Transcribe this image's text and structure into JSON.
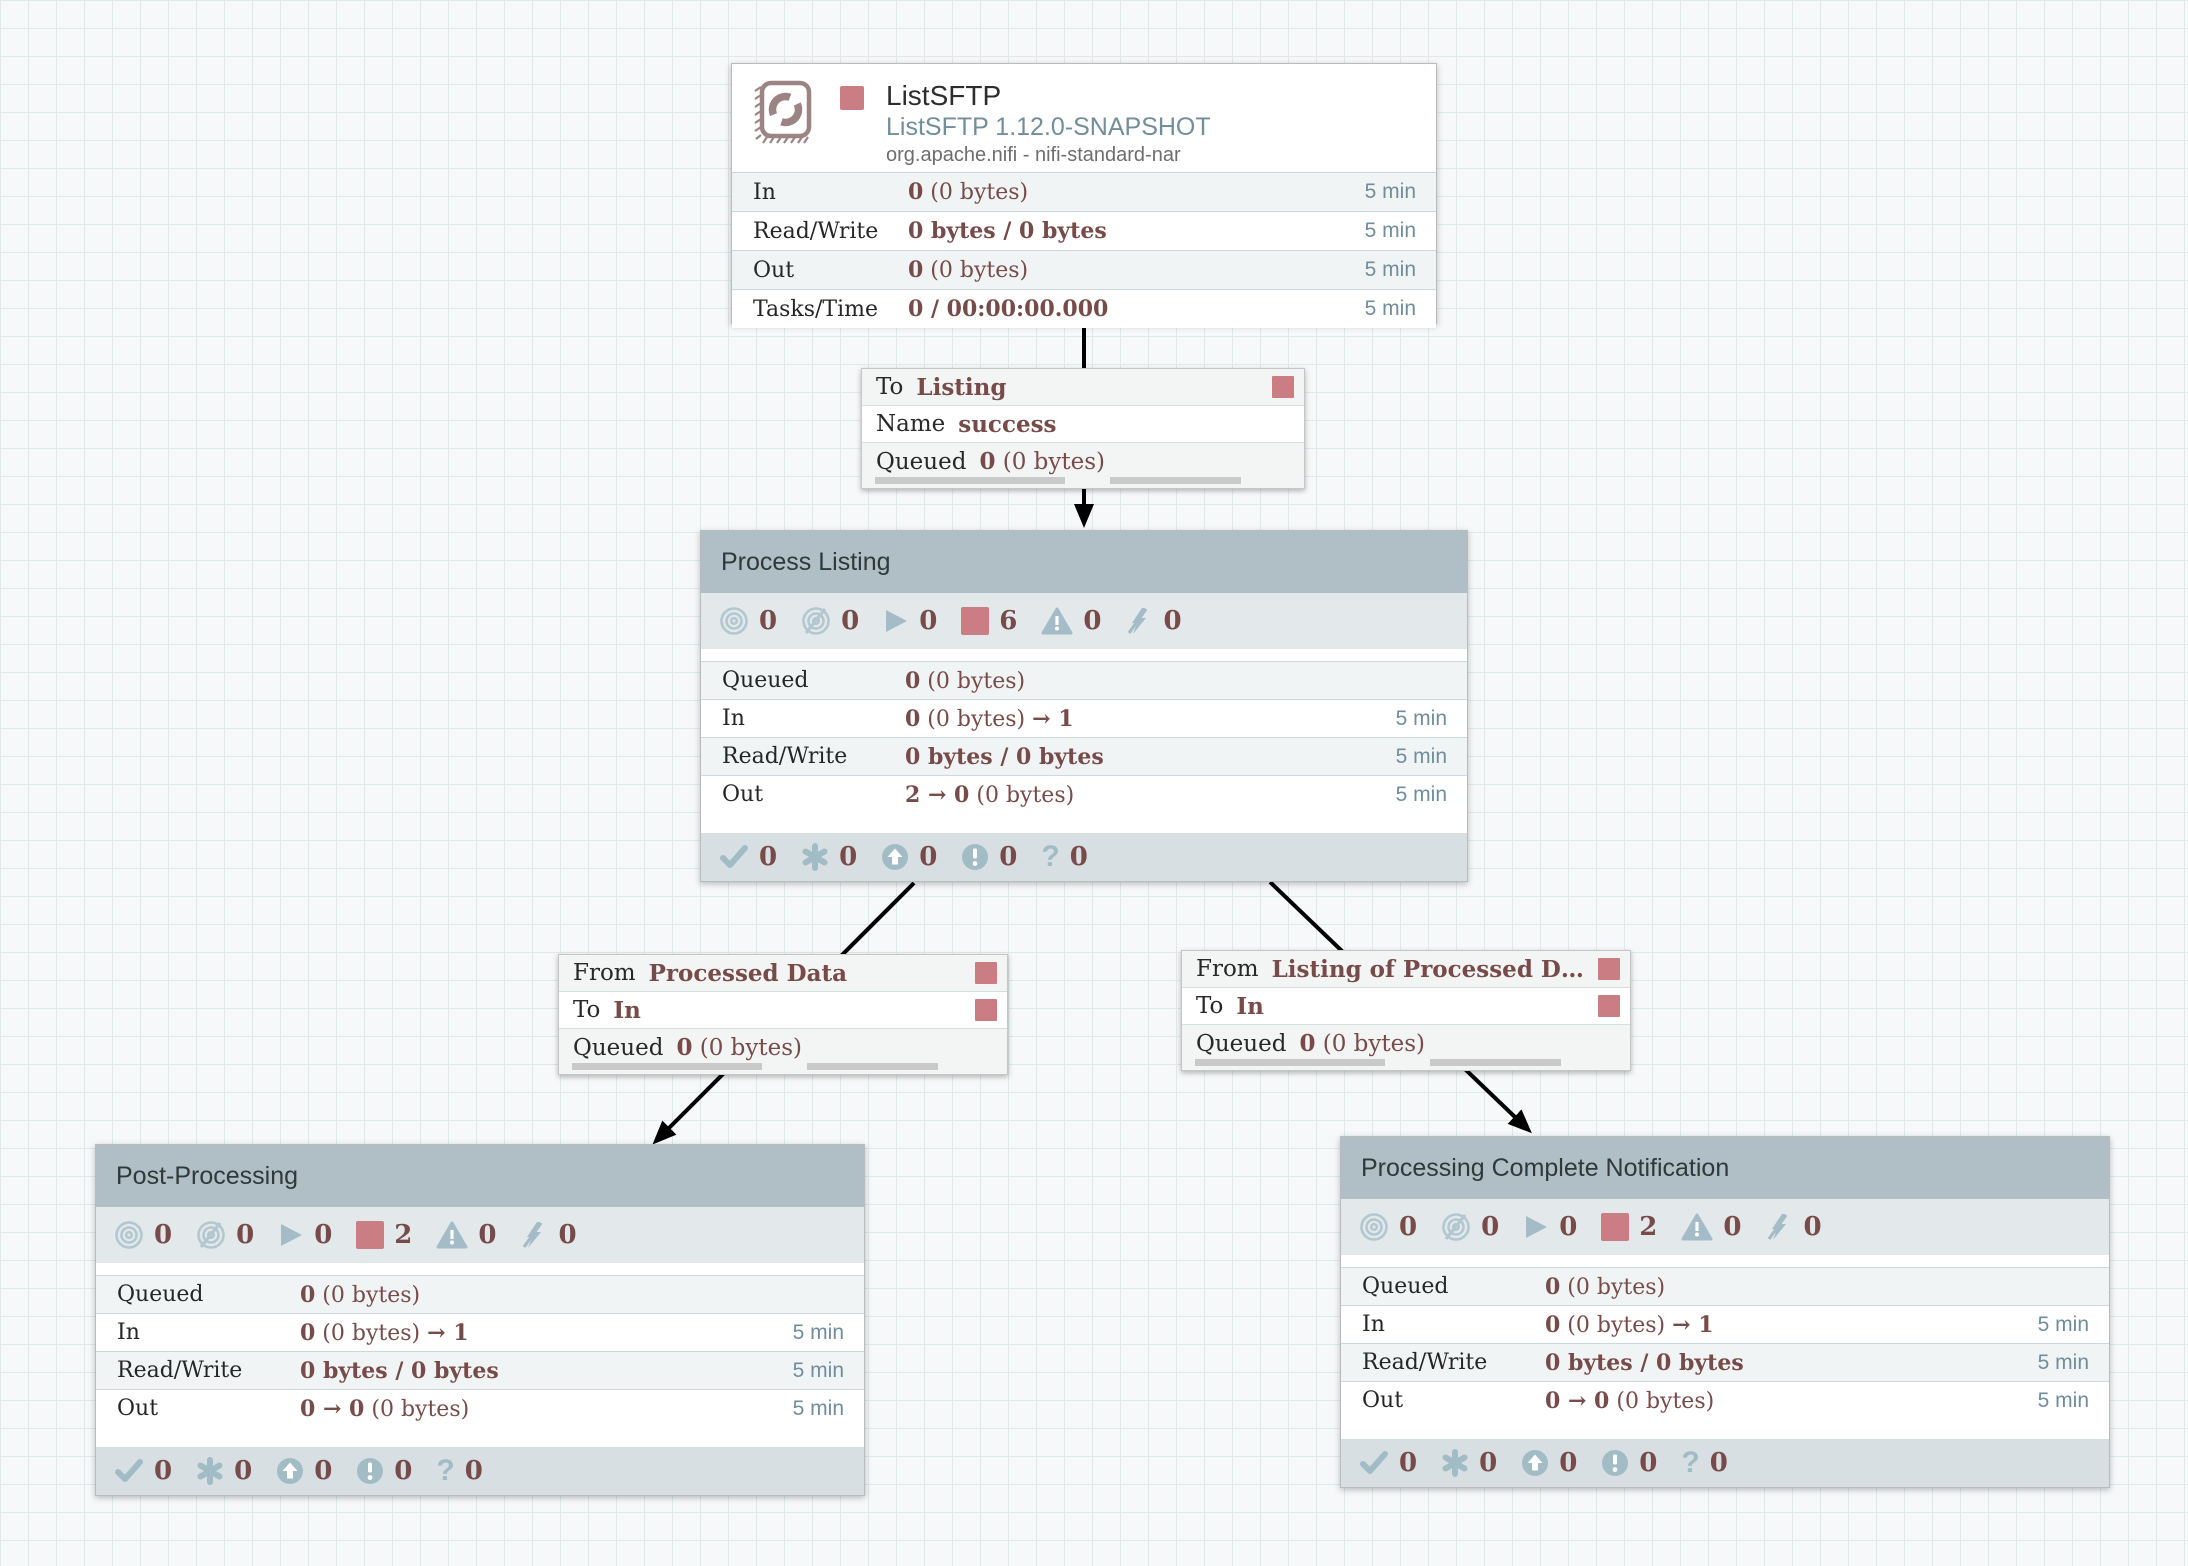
{
  "colors": {
    "stopped_red": "#ca7d82",
    "status_icon_blue": "#a4bcc7",
    "value_maroon": "#774b49",
    "time_blue": "#708d9c",
    "group_header_bg": "#b0bfc5",
    "canvas_grid": "#e0e8ea"
  },
  "processor": {
    "title": "ListSFTP",
    "type_version": "ListSFTP 1.12.0-SNAPSHOT",
    "bundle": "org.apache.nifi - nifi-standard-nar",
    "stats": {
      "in": {
        "label": "In",
        "b1": "0",
        "n1": " (0 bytes)",
        "time": "5 min"
      },
      "rw": {
        "label": "Read/Write",
        "b1": "0 bytes / 0 bytes",
        "time": "5 min"
      },
      "out": {
        "label": "Out",
        "b1": "0",
        "n1": " (0 bytes)",
        "time": "5 min"
      },
      "tasks": {
        "label": "Tasks/Time",
        "b1": "0 / 00:00:00.000",
        "time": "5 min"
      }
    }
  },
  "connections": {
    "to_listing": {
      "row1_key": "To",
      "row1_value": "Listing",
      "row2_key": "Name",
      "row2_value": "success",
      "queued_key": "Queued",
      "queued_bold": "0",
      "queued_rest": " (0 bytes)"
    },
    "from_processed_data": {
      "row1_key": "From",
      "row1_value": "Processed Data",
      "row2_key": "To",
      "row2_value": "In",
      "queued_key": "Queued",
      "queued_bold": "0",
      "queued_rest": " (0 bytes)"
    },
    "from_listing_processed": {
      "row1_key": "From",
      "row1_value": "Listing of Processed D…",
      "row2_key": "To",
      "row2_value": "In",
      "queued_key": "Queued",
      "queued_bold": "0",
      "queued_rest": " (0 bytes)"
    }
  },
  "groups": {
    "process_listing": {
      "title": "Process Listing",
      "counts": {
        "transmitting": "0",
        "not_transmitting": "0",
        "running": "0",
        "stopped": "6",
        "invalid": "0",
        "disabled": "0"
      },
      "stats": {
        "queued": {
          "label": "Queued",
          "b1": "0",
          "n1": " (0 bytes)"
        },
        "in": {
          "label": "In",
          "b1": "0",
          "n1": " (0 bytes) ",
          "b2": "→ 1",
          "time": "5 min"
        },
        "rw": {
          "label": "Read/Write",
          "b1": "0 bytes / 0 bytes",
          "time": "5 min"
        },
        "out": {
          "label": "Out",
          "b1": "2 → 0",
          "n1": " (0 bytes)",
          "time": "5 min"
        }
      },
      "versioned": {
        "up_to_date": "0",
        "locally_modified": "0",
        "stale": "0",
        "locally_modified_stale": "0",
        "sync_failure": "0"
      }
    },
    "post_processing": {
      "title": "Post-Processing",
      "counts": {
        "transmitting": "0",
        "not_transmitting": "0",
        "running": "0",
        "stopped": "2",
        "invalid": "0",
        "disabled": "0"
      },
      "stats": {
        "queued": {
          "label": "Queued",
          "b1": "0",
          "n1": " (0 bytes)"
        },
        "in": {
          "label": "In",
          "b1": "0",
          "n1": " (0 bytes) ",
          "b2": "→ 1",
          "time": "5 min"
        },
        "rw": {
          "label": "Read/Write",
          "b1": "0 bytes / 0 bytes",
          "time": "5 min"
        },
        "out": {
          "label": "Out",
          "b1": "0 → 0",
          "n1": " (0 bytes)",
          "time": "5 min"
        }
      },
      "versioned": {
        "up_to_date": "0",
        "locally_modified": "0",
        "stale": "0",
        "locally_modified_stale": "0",
        "sync_failure": "0"
      }
    },
    "processing_complete_notification": {
      "title": "Processing Complete Notification",
      "counts": {
        "transmitting": "0",
        "not_transmitting": "0",
        "running": "0",
        "stopped": "2",
        "invalid": "0",
        "disabled": "0"
      },
      "stats": {
        "queued": {
          "label": "Queued",
          "b1": "0",
          "n1": " (0 bytes)"
        },
        "in": {
          "label": "In",
          "b1": "0",
          "n1": " (0 bytes) ",
          "b2": "→ 1",
          "time": "5 min"
        },
        "rw": {
          "label": "Read/Write",
          "b1": "0 bytes / 0 bytes",
          "time": "5 min"
        },
        "out": {
          "label": "Out",
          "b1": "0 → 0",
          "n1": " (0 bytes)",
          "time": "5 min"
        }
      },
      "versioned": {
        "up_to_date": "0",
        "locally_modified": "0",
        "stale": "0",
        "locally_modified_stale": "0",
        "sync_failure": "0"
      }
    }
  }
}
